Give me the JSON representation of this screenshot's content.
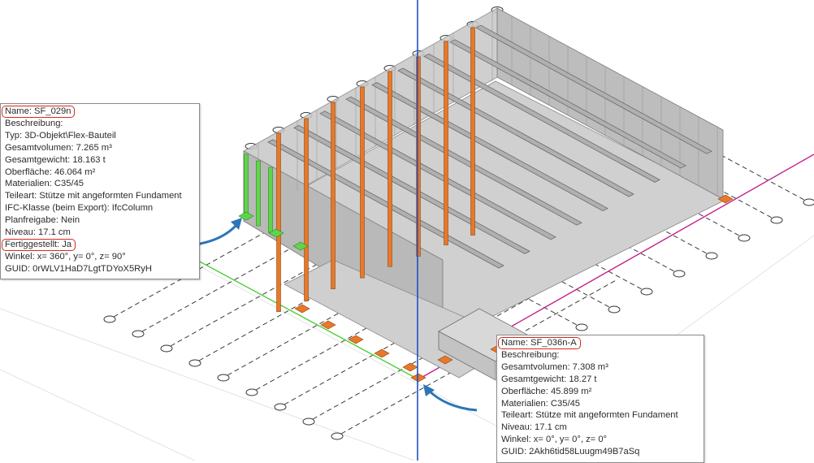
{
  "scene": {
    "name": "3D model viewport",
    "colors": {
      "accent_red": "#d32a1e",
      "arrow_blue": "#2d75b7",
      "axis_blue": "#1f4fc4",
      "axis_magenta": "#c4208a",
      "axis_green": "#4fd03a",
      "column_orange": "#e8782a",
      "column_green": "#5fd54a",
      "concrete": "#c9c9c9"
    }
  },
  "tooltip_left": {
    "name": "Name: SF_029n",
    "beschreibung": "Beschreibung:",
    "typ": "Typ: 3D-Objekt\\Flex-Bauteil",
    "gesamtvolumen": "Gesamtvolumen: 7.265 m³",
    "gesamtgewicht": "Gesamtgewicht: 18.163 t",
    "oberflaeche": "Oberfläche: 46.064 m²",
    "materialien": "Materialien: C35/45",
    "teileart": "Teileart: Stütze mit angeformten Fundament",
    "ifc_klasse": "IFC-Klasse (beim Export): IfcColumn",
    "planfreigabe": "Planfreigabe: Nein",
    "niveau": "Niveau: 17.1 cm",
    "fertiggestellt": "Fertiggestellt: Ja",
    "winkel": "Winkel: x= 360°, y= 0°, z= 90°",
    "guid": "GUID: 0rWLV1HaD7LgtTDYoX5RyH"
  },
  "tooltip_right": {
    "name": "Name: SF_036n-A",
    "beschreibung": "Beschreibung:",
    "gesamtvolumen": "Gesamtvolumen: 7.308 m³",
    "gesamtgewicht": "Gesamtgewicht: 18.27 t",
    "oberflaeche": "Oberfläche: 45.899 m²",
    "materialien": "Materialien: C35/45",
    "teileart": "Teileart: Stütze mit angeformten Fundament",
    "niveau": "Niveau: 17.1 cm",
    "winkel": "Winkel: x= 0°, y= 0°, z= 0°",
    "guid": "GUID: 2Akh6tid58Luugm49B7aSq"
  }
}
